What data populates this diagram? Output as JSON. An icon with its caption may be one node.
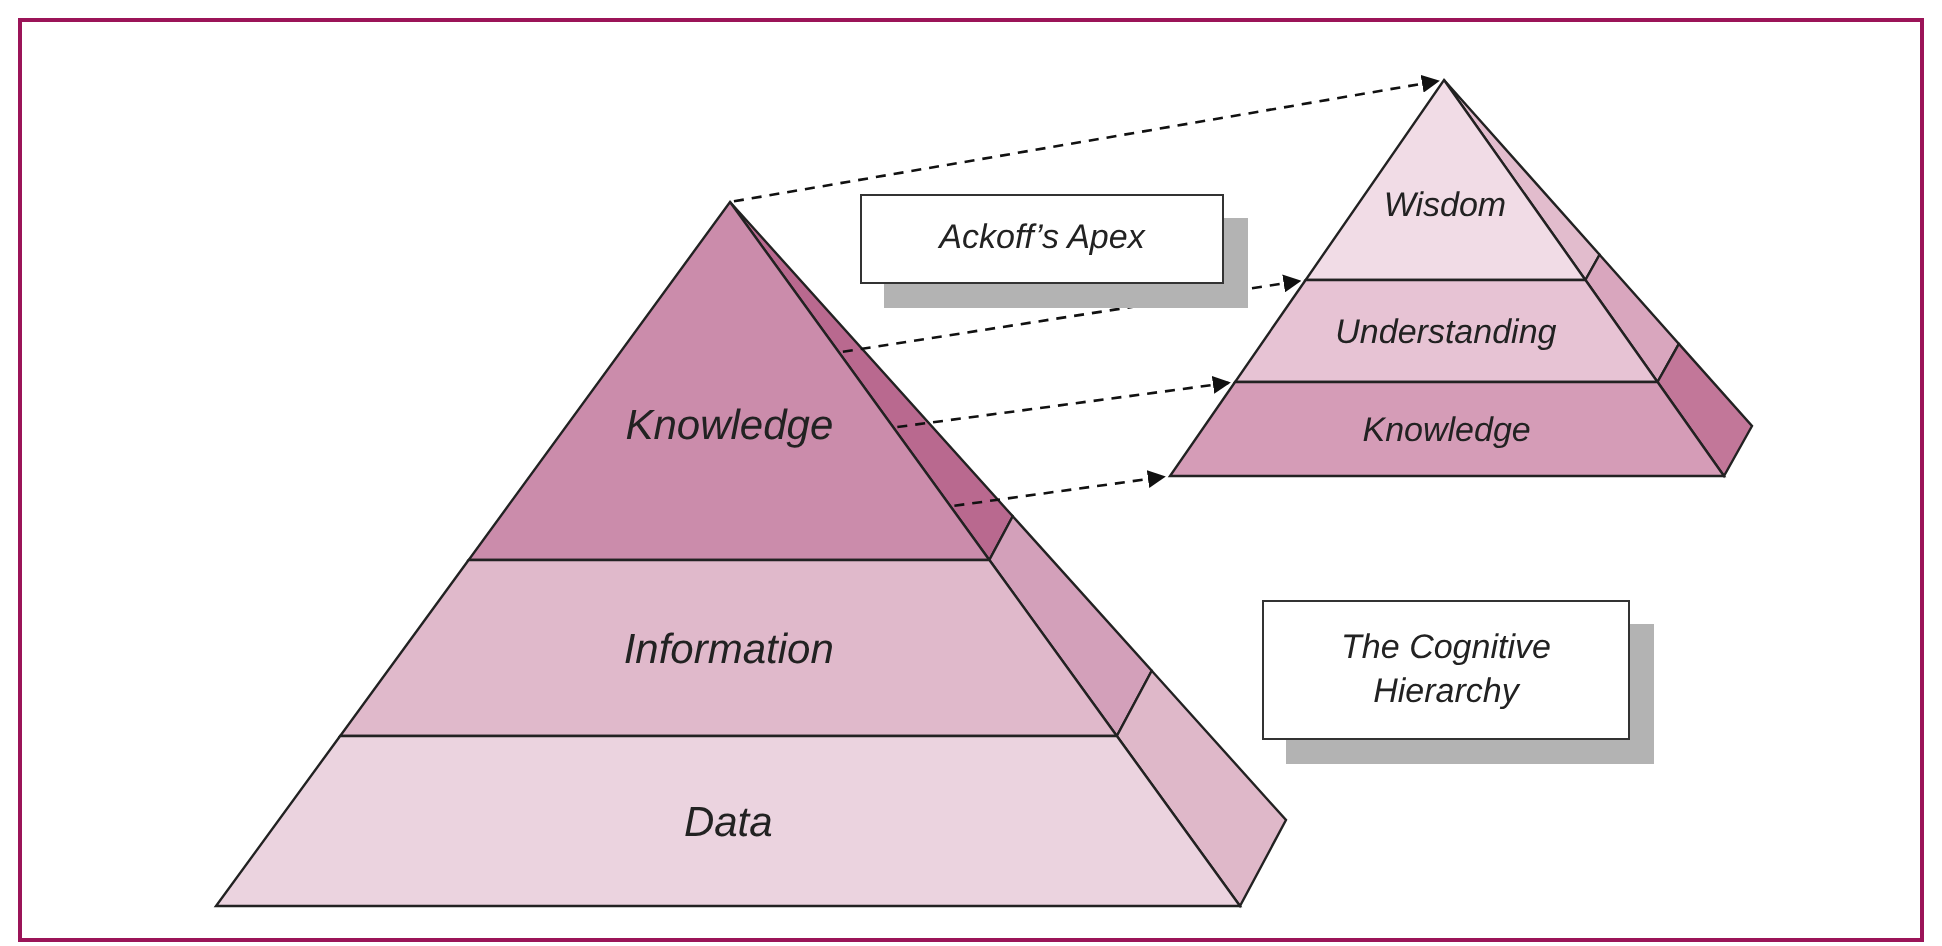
{
  "diagram": {
    "nodes": [
      {
        "text": [
          "Knowledge"
        ]
      },
      {
        "text": [
          "Information"
        ]
      },
      {
        "text": [
          "Data"
        ]
      },
      {
        "text": [
          "Wisdom"
        ]
      },
      {
        "text": [
          "Understanding"
        ]
      },
      {
        "text": [
          "Knowledge"
        ]
      },
      {
        "text": [
          "Ackoff’s Apex"
        ]
      },
      {
        "text": [
          "The Cognitive Hierarchy"
        ]
      }
    ],
    "edges": [
      {
        "from": 0,
        "to": 3,
        "arrow": "to",
        "style": "dashed"
      },
      {
        "from": 0,
        "to": 4,
        "arrow": "to",
        "style": "dashed"
      },
      {
        "from": 0,
        "to": 5,
        "arrow": "to",
        "style": "dashed"
      },
      {
        "from": 0,
        "to": 5,
        "arrow": "to",
        "style": "dashed"
      }
    ]
  }
}
